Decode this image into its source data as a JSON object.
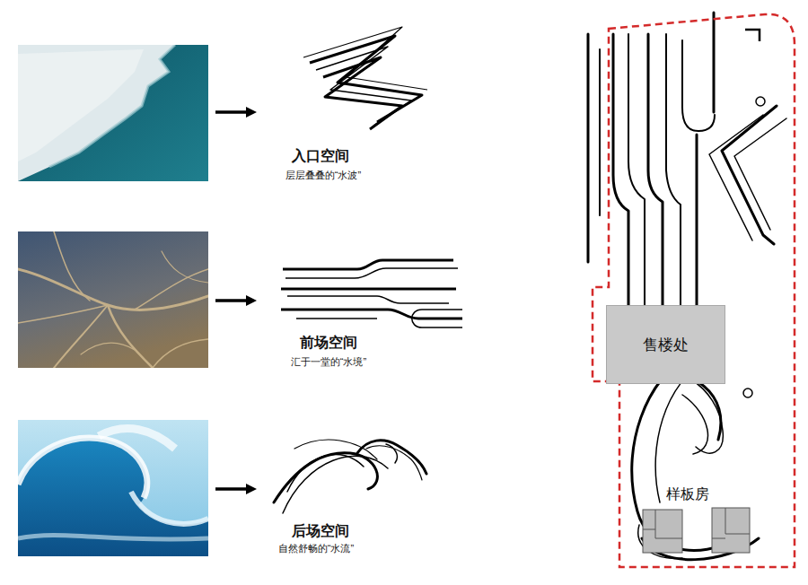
{
  "diagram": {
    "nodes": [
      {
        "text": [
          "售楼处"
        ]
      }
    ],
    "labels": [
      "入口空间",
      "层层叠叠的“水波”",
      "前场空间",
      "汇于一堂的“水境”",
      "后场空间",
      "自然舒畅的“水流”",
      "样板房"
    ]
  }
}
